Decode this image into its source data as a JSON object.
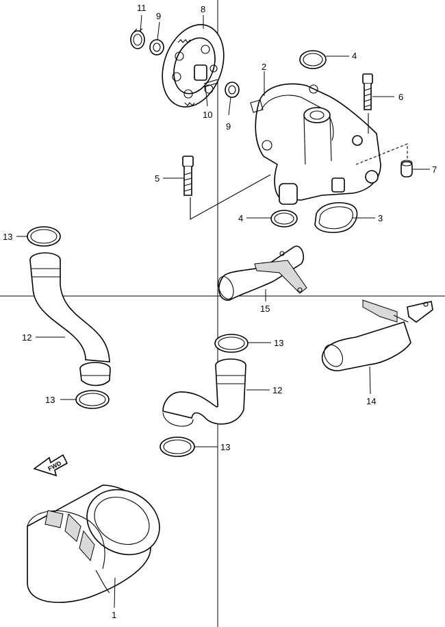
{
  "callouts": {
    "c1": "1",
    "c2": "2",
    "c3": "3",
    "c4a": "4",
    "c4b": "4",
    "c5": "5",
    "c6": "6",
    "c7": "7",
    "c8": "8",
    "c9a": "9",
    "c9b": "9",
    "c10": "10",
    "c11": "11",
    "c12a": "12",
    "c12b": "12",
    "c13a": "13",
    "c13b": "13",
    "c13c": "13",
    "c13d": "13",
    "c14": "14",
    "c15": "15"
  },
  "fwd_label": "FWD"
}
